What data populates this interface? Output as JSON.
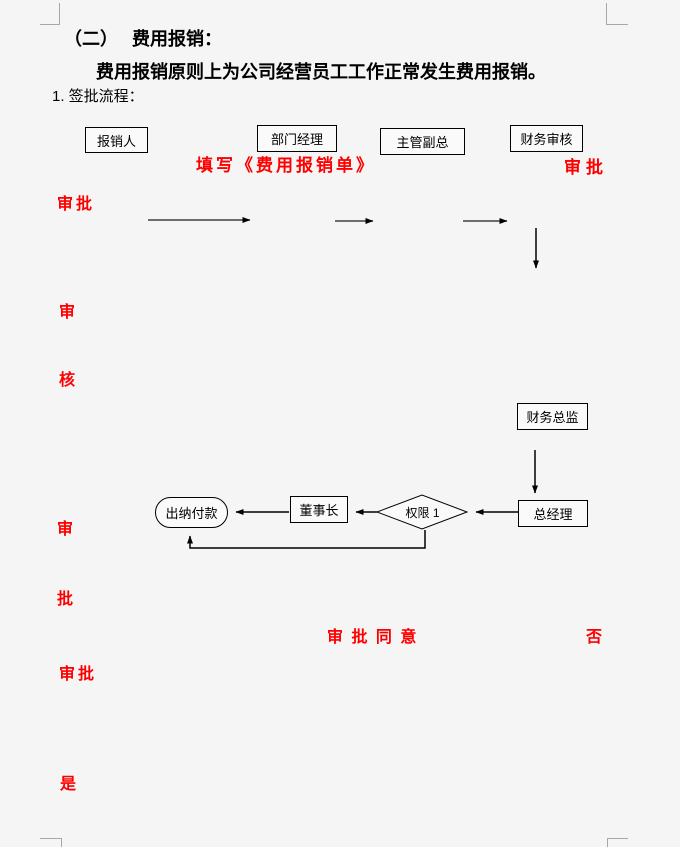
{
  "document": {
    "heading": "（二）　 费用报销：",
    "subheading": "费用报销原则上为公司经营员工工作正常发生费用报销。",
    "list_item": "1. 签批流程："
  },
  "flowchart": {
    "nodes": {
      "reimburser": "报销人",
      "dept_manager": "部门经理",
      "deputy_gm": "主管副总",
      "finance_review": "财务审核",
      "finance_director": "财务总监",
      "general_manager": "总经理",
      "decision": "权限 1",
      "chairman": "董事长",
      "cashier_payment": "出纳付款"
    },
    "annotations": {
      "fill_form": "填写《费用报销单》",
      "approve_1": "审批",
      "approve_2": "审批",
      "review_shen": "审",
      "review_he": "核",
      "approve_shen": "审",
      "approve_pi": "批",
      "approve_agree": "审 批 同 意",
      "no": "否",
      "approve_3": "审批",
      "yes": "是"
    }
  },
  "colors": {
    "annotation_red": "#ff0000",
    "line_black": "#000000",
    "page_background": "#f5f5f5",
    "margin_mark_gray": "#a8a8a8"
  }
}
